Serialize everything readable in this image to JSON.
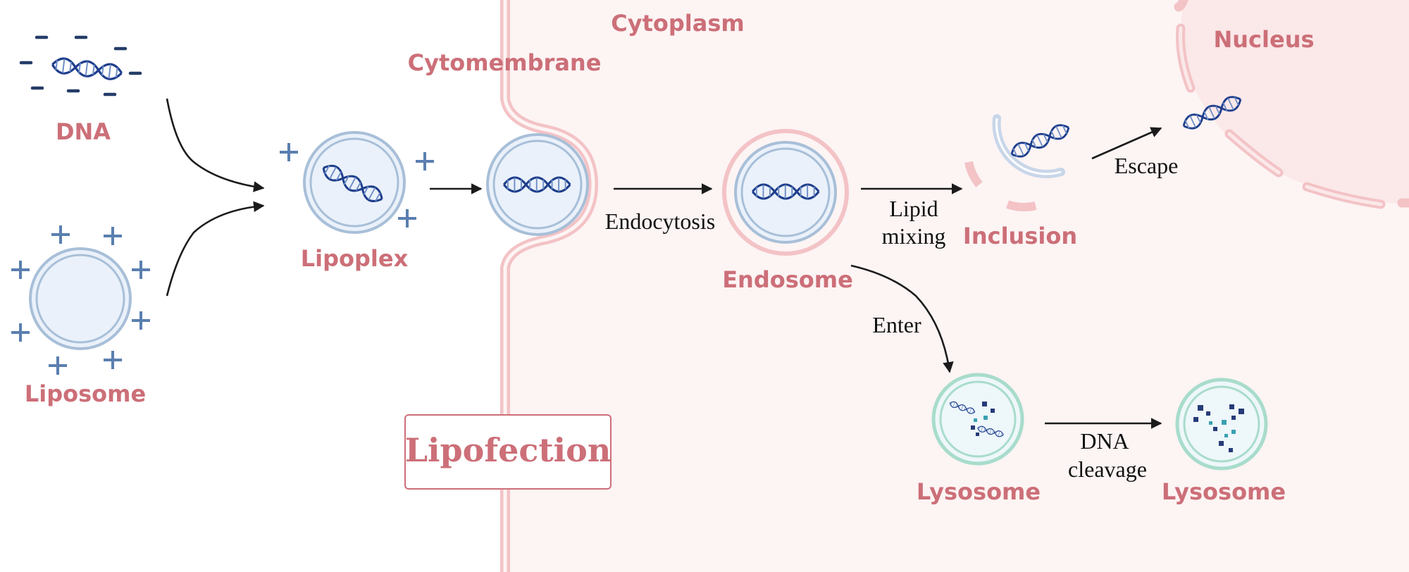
{
  "labels": {
    "dna": "DNA",
    "liposome": "Liposome",
    "lipoplex": "Lipoplex",
    "cytomembrane": "Cytomembrane",
    "cytoplasm": "Cytoplasm",
    "nucleus": "Nucleus",
    "endosome": "Endosome",
    "inclusion": "Inclusion",
    "lysosome_1": "Lysosome",
    "lysosome_2": "Lysosome"
  },
  "steps": {
    "endocytosis": "Endocytosis",
    "lipid_mixing_1": "Lipid",
    "lipid_mixing_2": "mixing",
    "escape": "Escape",
    "enter": "Enter",
    "dna_cleavage_1": "DNA",
    "dna_cleavage_2": "cleavage"
  },
  "title": "Lipofection",
  "colors": {
    "label_pink": "#cc6f78",
    "membrane_pink": "#f3c3c6",
    "cytoplasm_bg": "#fdf4f4",
    "nucleus_bg": "#fbe8e9",
    "vesicle_blue": "#a8bfd8",
    "vesicle_fill": "#eaf1fa",
    "lysosome_green": "#a8dccb",
    "dna_blue": "#1e3e8c",
    "charge_blue": "#5a7fb0",
    "charge_dark": "#243c68"
  }
}
